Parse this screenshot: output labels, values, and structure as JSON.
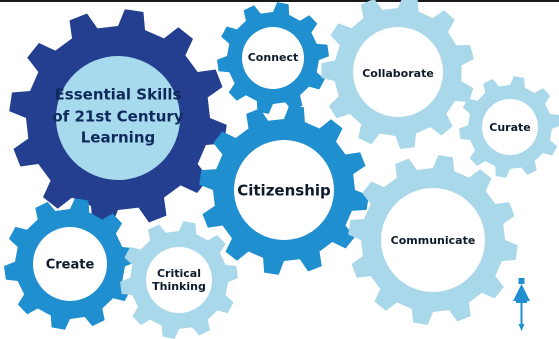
{
  "colors": {
    "navy": "#243f8f",
    "mid_blue": "#1f8fcf",
    "light_blue": "#a8d8ea",
    "pale_blue": "#cbe8f3",
    "center_light": "#ffffff",
    "main_center": "#a7daed",
    "logo": "#1f8fcf"
  },
  "gears": [
    {
      "id": "essential-skills",
      "lines": [
        "Essential Skills",
        "of 21st Century",
        "Learning"
      ]
    },
    {
      "id": "connect",
      "lines": [
        "Connect"
      ]
    },
    {
      "id": "collaborate",
      "lines": [
        "Collaborate"
      ]
    },
    {
      "id": "curate",
      "lines": [
        "Curate"
      ]
    },
    {
      "id": "citizenship",
      "lines": [
        "Citizenship"
      ]
    },
    {
      "id": "communicate",
      "lines": [
        "Communicate"
      ]
    },
    {
      "id": "create",
      "lines": [
        "Create"
      ]
    },
    {
      "id": "critical-thinking",
      "lines": [
        "Critical",
        "Thinking"
      ]
    }
  ],
  "logo": {
    "icon": "figure-logo-icon"
  }
}
